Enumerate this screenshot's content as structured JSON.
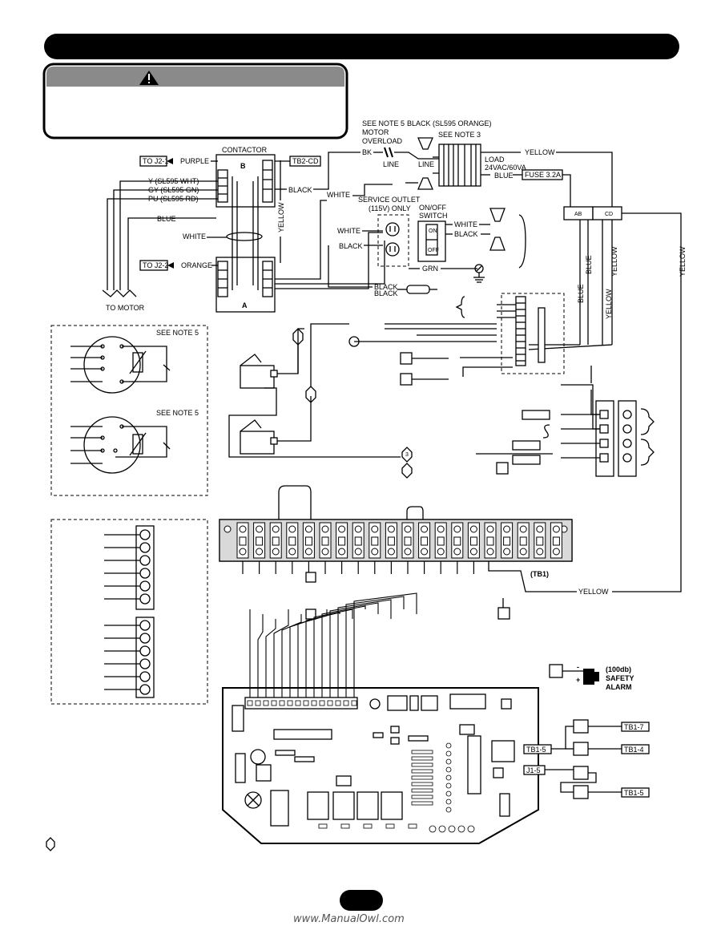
{
  "labels": {
    "contactor": "CONTACTOR",
    "contactor_b": "B",
    "contactor_a": "A",
    "to_j2_1": "TO J2-1",
    "purple": "PURPLE",
    "tb2_cd": "TB2-CD",
    "y_wht": "Y (SL595 WHT)",
    "gy_gn": "GY (SL595 GN)",
    "pu_rd": "PU (SL595 RD)",
    "blue": "BLUE",
    "white": "WHITE",
    "yellow": "YELLOW",
    "black": "BLACK",
    "to_j2_2": "TO J2-2",
    "orange": "ORANGE",
    "to_motor": "TO MOTOR",
    "see_note_5_a": "SEE NOTE 5",
    "motor": "MOTOR",
    "overload": "OVERLOAD",
    "bk": "BK",
    "line_1": "LINE",
    "line_2": "LINE",
    "black_orange": "BLACK (SL595 ORANGE)",
    "see_note_3": "SEE NOTE 3",
    "load": "LOAD",
    "load_rating": "24VAC/60VA",
    "fuse": "FUSE 3.2A",
    "service_outlet": "SERVICE OUTLET",
    "only_115v": "(115V) ONLY",
    "on_off": "ON/OFF",
    "switch": "SWITCH",
    "on": "ON",
    "off": "OFF",
    "grn": "GRN",
    "ab": "AB",
    "cd": "CD",
    "see_note_5_1": "SEE NOTE 5",
    "see_note_5_2": "SEE NOTE 5",
    "hex_3": "3",
    "tb1": "(TB1)",
    "alarm_db": "(100db)",
    "alarm_safety": "SAFETY",
    "alarm_alarm": "ALARM",
    "minus": "-",
    "plus": "+",
    "tb1_7": "TB1-7",
    "tb1_5a": "TB1-5",
    "tb1_4": "TB1-4",
    "j1_5": "J1-5",
    "tb1_5b": "TB1-5",
    "watermark": "www.ManualOwl.com"
  }
}
